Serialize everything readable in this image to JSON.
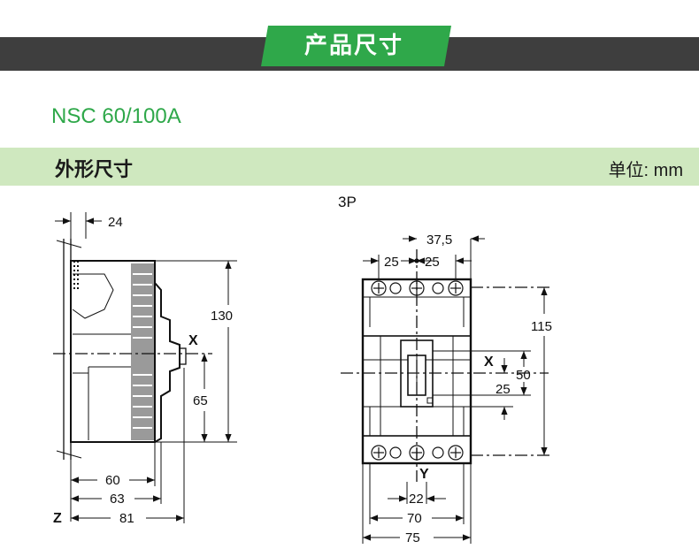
{
  "header": {
    "title": "产品尺寸"
  },
  "product": {
    "model": "NSC 60/100A"
  },
  "section": {
    "title": "外形尺寸",
    "unit": "单位: mm"
  },
  "diagram": {
    "pole_label": "3P",
    "side_view": {
      "dims": {
        "top": "24",
        "height": "130",
        "center_lower": "65",
        "depth1": "60",
        "depth2": "63",
        "depth3": "81"
      },
      "axis_x": "X",
      "axis_z": "Z"
    },
    "front_view": {
      "dims": {
        "top_half": "37,5",
        "pitch_left": "25",
        "pitch_right": "25",
        "upper": "115",
        "center_gap": "50",
        "center_lower": "25",
        "mid": "22",
        "width_inner": "70",
        "width_outer": "75"
      },
      "axis_x": "X",
      "axis_y": "Y"
    }
  },
  "colors": {
    "header_band": "#3e3e3e",
    "header_badge": "#2fa84a",
    "model_text": "#2fa84a",
    "section_bar": "#cfe8bf"
  }
}
